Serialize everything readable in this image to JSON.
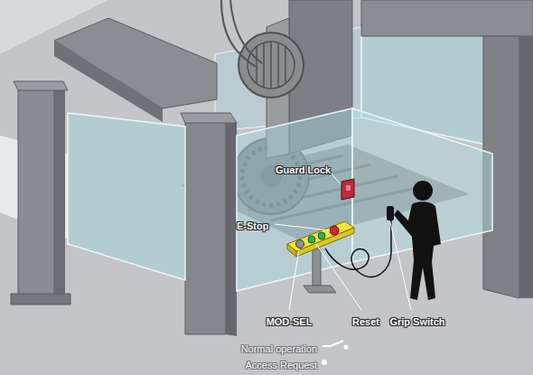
{
  "diagram": {
    "labels": [
      "Guard Lock",
      "E-Stop",
      "MOD-SEL",
      "Reset",
      "Grip Switch"
    ],
    "legend": [
      {
        "text": "Normal operation"
      },
      {
        "text": "Access Request"
      }
    ]
  }
}
